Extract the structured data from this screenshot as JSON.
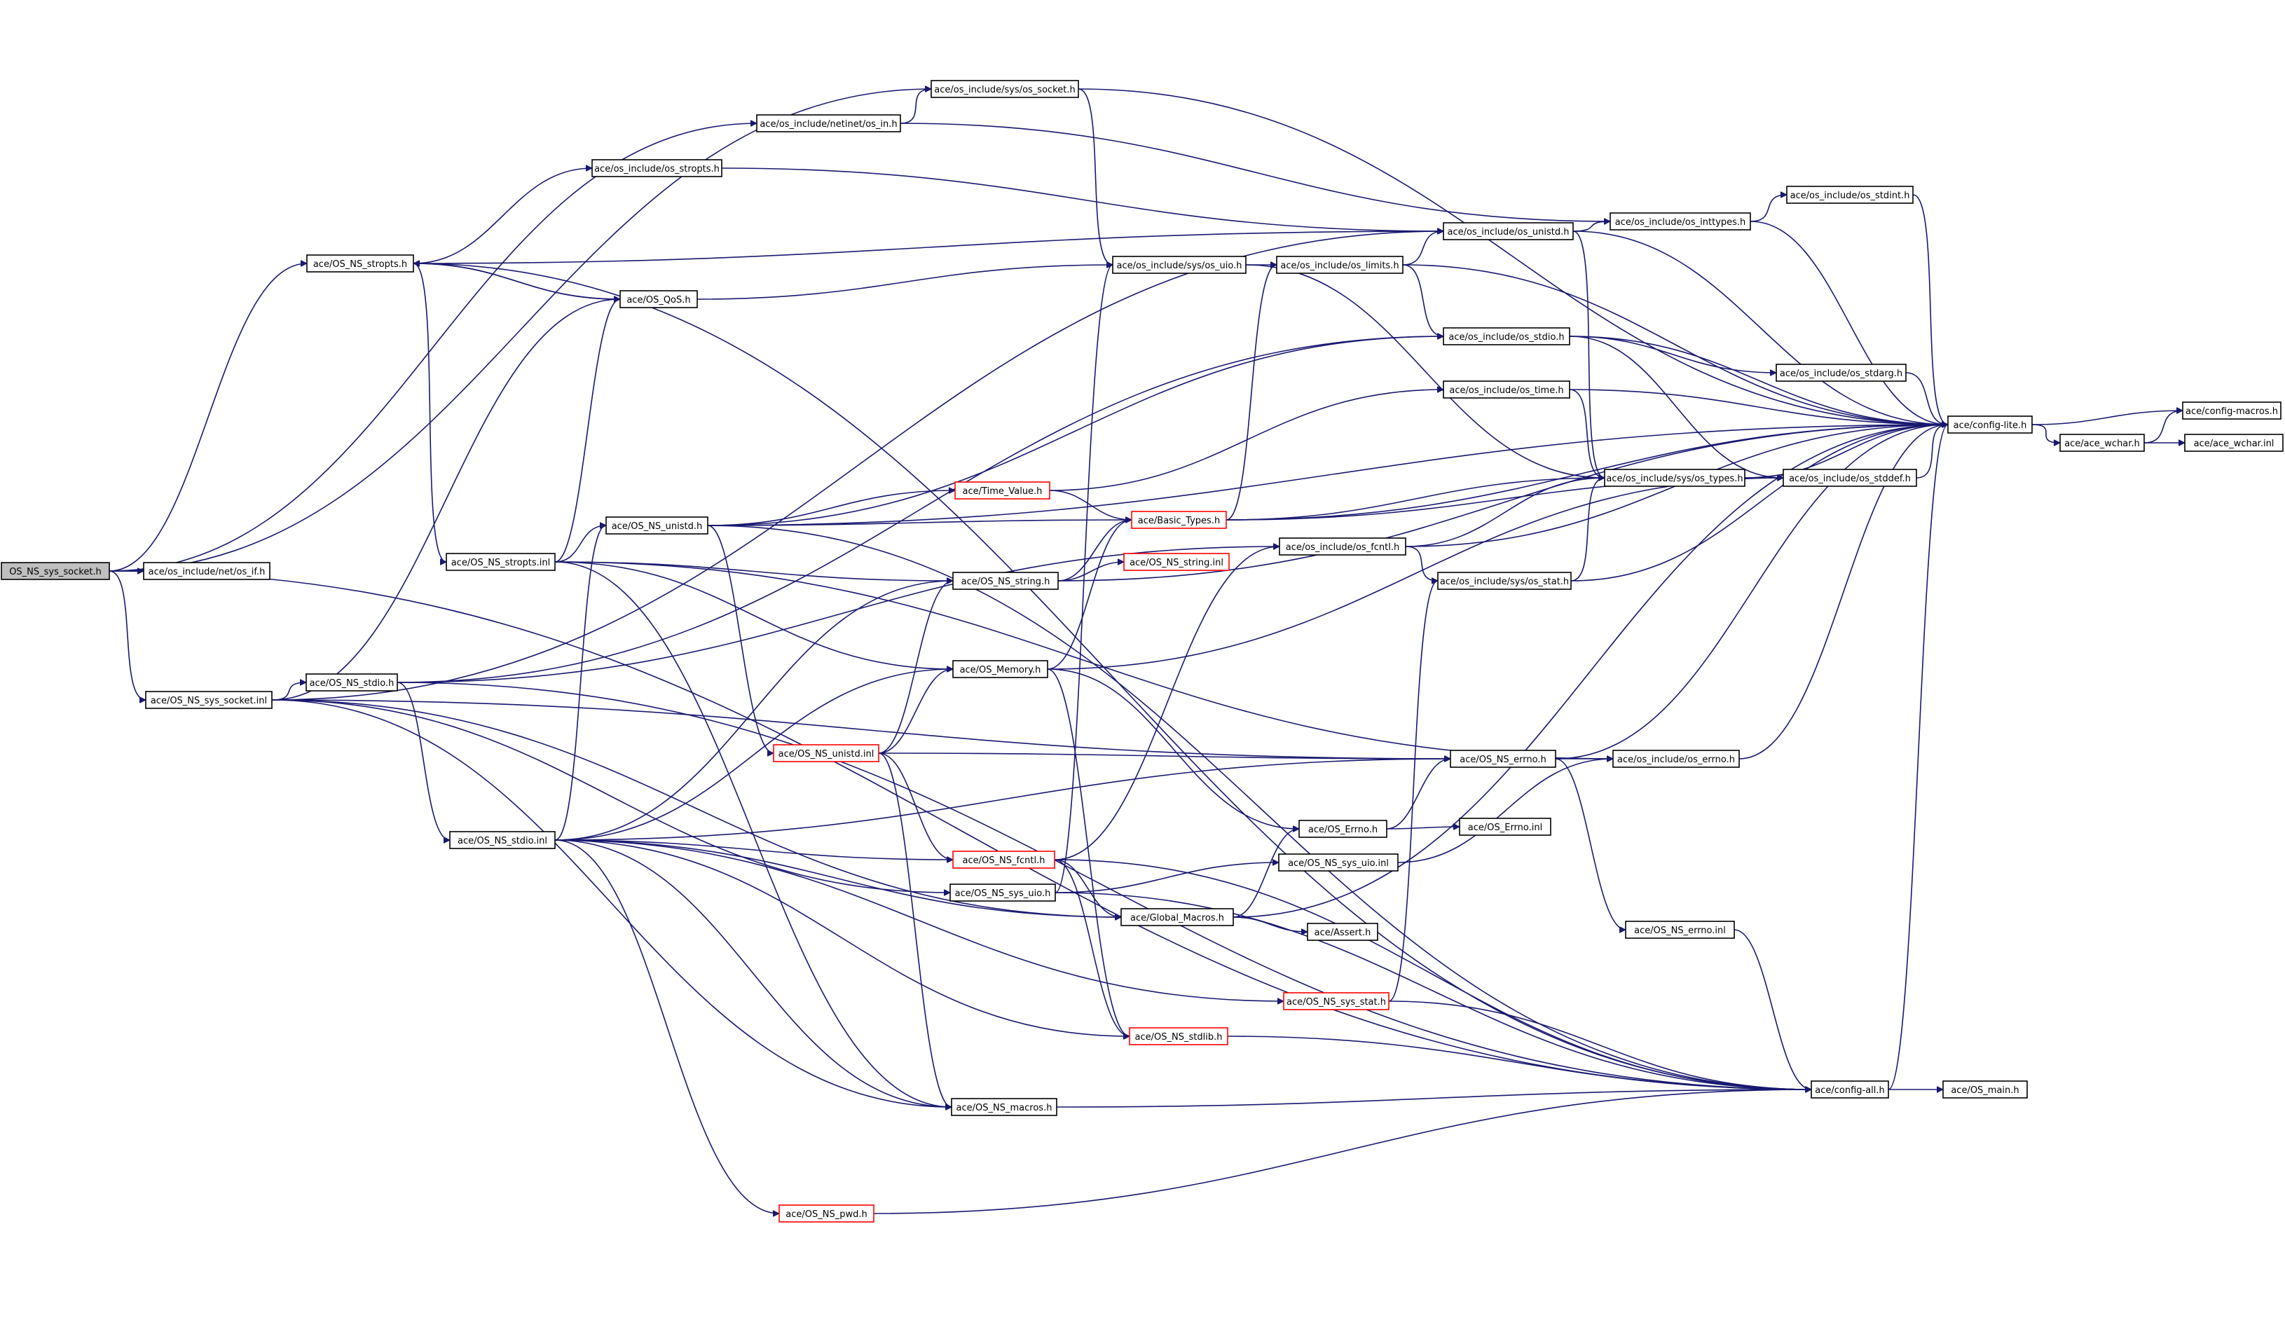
{
  "nodes": [
    {
      "id": "root",
      "label": "OS_NS_sys_socket.h",
      "red": false,
      "root": true
    },
    {
      "id": "os_if",
      "label": "ace/os_include/net/os_if.h",
      "red": false
    },
    {
      "id": "os_socket",
      "label": "ace/os_include/sys/os_socket.h",
      "red": false
    },
    {
      "id": "os_in",
      "label": "ace/os_include/netinet/os_in.h",
      "red": false
    },
    {
      "id": "os_stropts",
      "label": "ace/os_include/os_stropts.h",
      "red": false
    },
    {
      "id": "ns_stropts_h",
      "label": "ace/OS_NS_stropts.h",
      "red": false
    },
    {
      "id": "qos",
      "label": "ace/OS_QoS.h",
      "red": false
    },
    {
      "id": "os_uio",
      "label": "ace/os_include/sys/os_uio.h",
      "red": false
    },
    {
      "id": "os_limits",
      "label": "ace/os_include/os_limits.h",
      "red": false
    },
    {
      "id": "os_unistd",
      "label": "ace/os_include/os_unistd.h",
      "red": false
    },
    {
      "id": "os_inttypes",
      "label": "ace/os_include/os_inttypes.h",
      "red": false
    },
    {
      "id": "os_stdint",
      "label": "ace/os_include/os_stdint.h",
      "red": false
    },
    {
      "id": "os_stdio",
      "label": "ace/os_include/os_stdio.h",
      "red": false
    },
    {
      "id": "os_stdarg",
      "label": "ace/os_include/os_stdarg.h",
      "red": false
    },
    {
      "id": "os_time",
      "label": "ace/os_include/os_time.h",
      "red": false
    },
    {
      "id": "config_lite",
      "label": "ace/config-lite.h",
      "red": false
    },
    {
      "id": "config_macros",
      "label": "ace/config-macros.h",
      "red": false
    },
    {
      "id": "ace_wchar",
      "label": "ace/ace_wchar.h",
      "red": false
    },
    {
      "id": "ace_wchar_inl",
      "label": "ace/ace_wchar.inl",
      "red": false
    },
    {
      "id": "os_types",
      "label": "ace/os_include/sys/os_types.h",
      "red": false
    },
    {
      "id": "os_stddef",
      "label": "ace/os_include/os_stddef.h",
      "red": false
    },
    {
      "id": "time_value",
      "label": "ace/Time_Value.h",
      "red": true
    },
    {
      "id": "basic_types",
      "label": "ace/Basic_Types.h",
      "red": true
    },
    {
      "id": "ns_unistd_h",
      "label": "ace/OS_NS_unistd.h",
      "red": false
    },
    {
      "id": "ns_stropts_inl",
      "label": "ace/OS_NS_stropts.inl",
      "red": false
    },
    {
      "id": "os_fcntl",
      "label": "ace/os_include/os_fcntl.h",
      "red": false
    },
    {
      "id": "ns_string_h",
      "label": "ace/OS_NS_string.h",
      "red": false
    },
    {
      "id": "ns_string_inl",
      "label": "ace/OS_NS_string.inl",
      "red": true
    },
    {
      "id": "os_stat",
      "label": "ace/os_include/sys/os_stat.h",
      "red": false
    },
    {
      "id": "ns_stdio_h",
      "label": "ace/OS_NS_stdio.h",
      "red": false
    },
    {
      "id": "ns_sys_socket_inl",
      "label": "ace/OS_NS_sys_socket.inl",
      "red": false
    },
    {
      "id": "memory",
      "label": "ace/OS_Memory.h",
      "red": false
    },
    {
      "id": "ns_unistd_inl",
      "label": "ace/OS_NS_unistd.inl",
      "red": true
    },
    {
      "id": "ns_errno_h",
      "label": "ace/OS_NS_errno.h",
      "red": false
    },
    {
      "id": "os_errno",
      "label": "ace/os_include/os_errno.h",
      "red": false
    },
    {
      "id": "ns_stdio_inl",
      "label": "ace/OS_NS_stdio.inl",
      "red": false
    },
    {
      "id": "errno_h",
      "label": "ace/OS_Errno.h",
      "red": false
    },
    {
      "id": "errno_inl",
      "label": "ace/OS_Errno.inl",
      "red": false
    },
    {
      "id": "ns_fcntl",
      "label": "ace/OS_NS_fcntl.h",
      "red": true
    },
    {
      "id": "ns_sys_uio_inl",
      "label": "ace/OS_NS_sys_uio.inl",
      "red": false
    },
    {
      "id": "ns_sys_uio_h",
      "label": "ace/OS_NS_sys_uio.h",
      "red": false
    },
    {
      "id": "global_macros",
      "label": "ace/Global_Macros.h",
      "red": false
    },
    {
      "id": "assert_h",
      "label": "ace/Assert.h",
      "red": false
    },
    {
      "id": "ns_errno_inl",
      "label": "ace/OS_NS_errno.inl",
      "red": false
    },
    {
      "id": "ns_sys_stat",
      "label": "ace/OS_NS_sys_stat.h",
      "red": true
    },
    {
      "id": "ns_stdlib",
      "label": "ace/OS_NS_stdlib.h",
      "red": true
    },
    {
      "id": "config_all",
      "label": "ace/config-all.h",
      "red": false
    },
    {
      "id": "os_main",
      "label": "ace/OS_main.h",
      "red": false
    },
    {
      "id": "ns_macros",
      "label": "ace/OS_NS_macros.h",
      "red": false
    },
    {
      "id": "ns_pwd",
      "label": "ace/OS_NS_pwd.h",
      "red": true
    }
  ],
  "edges": [
    [
      "root",
      "os_if"
    ],
    [
      "root",
      "os_socket"
    ],
    [
      "root",
      "os_in"
    ],
    [
      "root",
      "ns_stropts_h"
    ],
    [
      "root",
      "ns_sys_socket_inl"
    ],
    [
      "root",
      "config_all"
    ],
    [
      "os_socket",
      "os_uio"
    ],
    [
      "os_socket",
      "config_lite"
    ],
    [
      "os_in",
      "os_socket"
    ],
    [
      "os_in",
      "os_inttypes"
    ],
    [
      "os_stropts",
      "os_unistd"
    ],
    [
      "ns_stropts_h",
      "os_stropts"
    ],
    [
      "ns_stropts_h",
      "qos"
    ],
    [
      "ns_stropts_h",
      "os_unistd"
    ],
    [
      "ns_stropts_h",
      "ns_stropts_inl"
    ],
    [
      "ns_stropts_h",
      "config_all"
    ],
    [
      "qos",
      "ns_stropts_h"
    ],
    [
      "qos",
      "os_uio"
    ],
    [
      "os_uio",
      "os_limits"
    ],
    [
      "os_uio",
      "os_types"
    ],
    [
      "os_limits",
      "os_unistd"
    ],
    [
      "os_limits",
      "os_stdio"
    ],
    [
      "os_limits",
      "config_lite"
    ],
    [
      "os_unistd",
      "os_inttypes"
    ],
    [
      "os_unistd",
      "os_types"
    ],
    [
      "os_unistd",
      "config_lite"
    ],
    [
      "os_inttypes",
      "os_stdint"
    ],
    [
      "os_inttypes",
      "config_lite"
    ],
    [
      "os_stdint",
      "config_lite"
    ],
    [
      "os_stdio",
      "os_stdarg"
    ],
    [
      "os_stdio",
      "os_stddef"
    ],
    [
      "os_stdio",
      "config_lite"
    ],
    [
      "os_stdarg",
      "config_lite"
    ],
    [
      "os_time",
      "os_types"
    ],
    [
      "os_time",
      "config_lite"
    ],
    [
      "config_lite",
      "config_macros"
    ],
    [
      "config_lite",
      "ace_wchar"
    ],
    [
      "ace_wchar",
      "config_macros"
    ],
    [
      "ace_wchar",
      "ace_wchar_inl"
    ],
    [
      "os_types",
      "os_stddef"
    ],
    [
      "os_types",
      "config_lite"
    ],
    [
      "os_stddef",
      "config_lite"
    ],
    [
      "time_value",
      "os_time"
    ],
    [
      "time_value",
      "basic_types"
    ],
    [
      "basic_types",
      "os_limits"
    ],
    [
      "basic_types",
      "os_types"
    ],
    [
      "basic_types",
      "os_stddef"
    ],
    [
      "basic_types",
      "config_lite"
    ],
    [
      "ns_unistd_h",
      "time_value"
    ],
    [
      "ns_unistd_h",
      "basic_types"
    ],
    [
      "ns_unistd_h",
      "os_stdio"
    ],
    [
      "ns_unistd_h",
      "config_lite"
    ],
    [
      "ns_unistd_h",
      "ns_unistd_inl"
    ],
    [
      "ns_unistd_h",
      "config_all"
    ],
    [
      "ns_stropts_inl",
      "ns_unistd_h"
    ],
    [
      "ns_stropts_inl",
      "ns_string_h"
    ],
    [
      "ns_stropts_inl",
      "memory"
    ],
    [
      "ns_stropts_inl",
      "qos"
    ],
    [
      "ns_stropts_inl",
      "ns_macros"
    ],
    [
      "ns_stropts_inl",
      "os_errno"
    ],
    [
      "os_fcntl",
      "os_types"
    ],
    [
      "os_fcntl",
      "os_stat"
    ],
    [
      "os_fcntl",
      "config_lite"
    ],
    [
      "ns_string_h",
      "basic_types"
    ],
    [
      "ns_string_h",
      "ns_string_inl"
    ],
    [
      "ns_string_h",
      "config_lite"
    ],
    [
      "os_stat",
      "os_types"
    ],
    [
      "os_stat",
      "config_lite"
    ],
    [
      "ns_stdio_h",
      "ns_stdio_inl"
    ],
    [
      "ns_stdio_h",
      "os_stdio"
    ],
    [
      "ns_stdio_h",
      "os_fcntl"
    ],
    [
      "ns_stdio_h",
      "config_all"
    ],
    [
      "ns_sys_socket_inl",
      "ns_stdio_h"
    ],
    [
      "ns_sys_socket_inl",
      "qos"
    ],
    [
      "ns_sys_socket_inl",
      "os_unistd"
    ],
    [
      "ns_sys_socket_inl",
      "ns_errno_h"
    ],
    [
      "ns_sys_socket_inl",
      "ns_sys_uio_h"
    ],
    [
      "ns_sys_socket_inl",
      "ns_macros"
    ],
    [
      "ns_sys_socket_inl",
      "global_macros"
    ],
    [
      "memory",
      "basic_types"
    ],
    [
      "memory",
      "os_stddef"
    ],
    [
      "memory",
      "errno_h"
    ],
    [
      "memory",
      "ns_stdlib"
    ],
    [
      "ns_unistd_inl",
      "ns_errno_h"
    ],
    [
      "ns_unistd_inl",
      "ns_fcntl"
    ],
    [
      "ns_unistd_inl",
      "ns_macros"
    ],
    [
      "ns_unistd_inl",
      "ns_string_h"
    ],
    [
      "ns_unistd_inl",
      "memory"
    ],
    [
      "ns_errno_h",
      "os_errno"
    ],
    [
      "ns_errno_h",
      "ns_errno_inl"
    ],
    [
      "ns_errno_h",
      "config_lite"
    ],
    [
      "os_errno",
      "config_lite"
    ],
    [
      "ns_stdio_inl",
      "ns_unistd_h"
    ],
    [
      "ns_stdio_inl",
      "ns_string_h"
    ],
    [
      "ns_stdio_inl",
      "memory"
    ],
    [
      "ns_stdio_inl",
      "ns_errno_h"
    ],
    [
      "ns_stdio_inl",
      "ns_fcntl"
    ],
    [
      "ns_stdio_inl",
      "ns_sys_stat"
    ],
    [
      "ns_stdio_inl",
      "ns_stdlib"
    ],
    [
      "ns_stdio_inl",
      "ns_macros"
    ],
    [
      "ns_stdio_inl",
      "ns_pwd"
    ],
    [
      "ns_stdio_inl",
      "global_macros"
    ],
    [
      "errno_h",
      "errno_inl"
    ],
    [
      "errno_h",
      "ns_errno_h"
    ],
    [
      "ns_fcntl",
      "global_macros"
    ],
    [
      "ns_fcntl",
      "os_fcntl"
    ],
    [
      "ns_fcntl",
      "ns_stdlib"
    ],
    [
      "ns_fcntl",
      "config_all"
    ],
    [
      "ns_sys_uio_h",
      "ns_sys_uio_inl"
    ],
    [
      "ns_sys_uio_h",
      "os_uio"
    ],
    [
      "ns_sys_uio_h",
      "config_all"
    ],
    [
      "ns_sys_uio_inl",
      "os_errno"
    ],
    [
      "global_macros",
      "errno_h"
    ],
    [
      "global_macros",
      "assert_h"
    ],
    [
      "global_macros",
      "config_lite"
    ],
    [
      "ns_errno_inl",
      "config_all"
    ],
    [
      "ns_sys_stat",
      "os_stat"
    ],
    [
      "ns_sys_stat",
      "config_all"
    ],
    [
      "ns_stdlib",
      "config_all"
    ],
    [
      "config_all",
      "os_main"
    ],
    [
      "config_all",
      "config_lite"
    ],
    [
      "ns_macros",
      "config_all"
    ],
    [
      "ns_pwd",
      "config_all"
    ]
  ]
}
